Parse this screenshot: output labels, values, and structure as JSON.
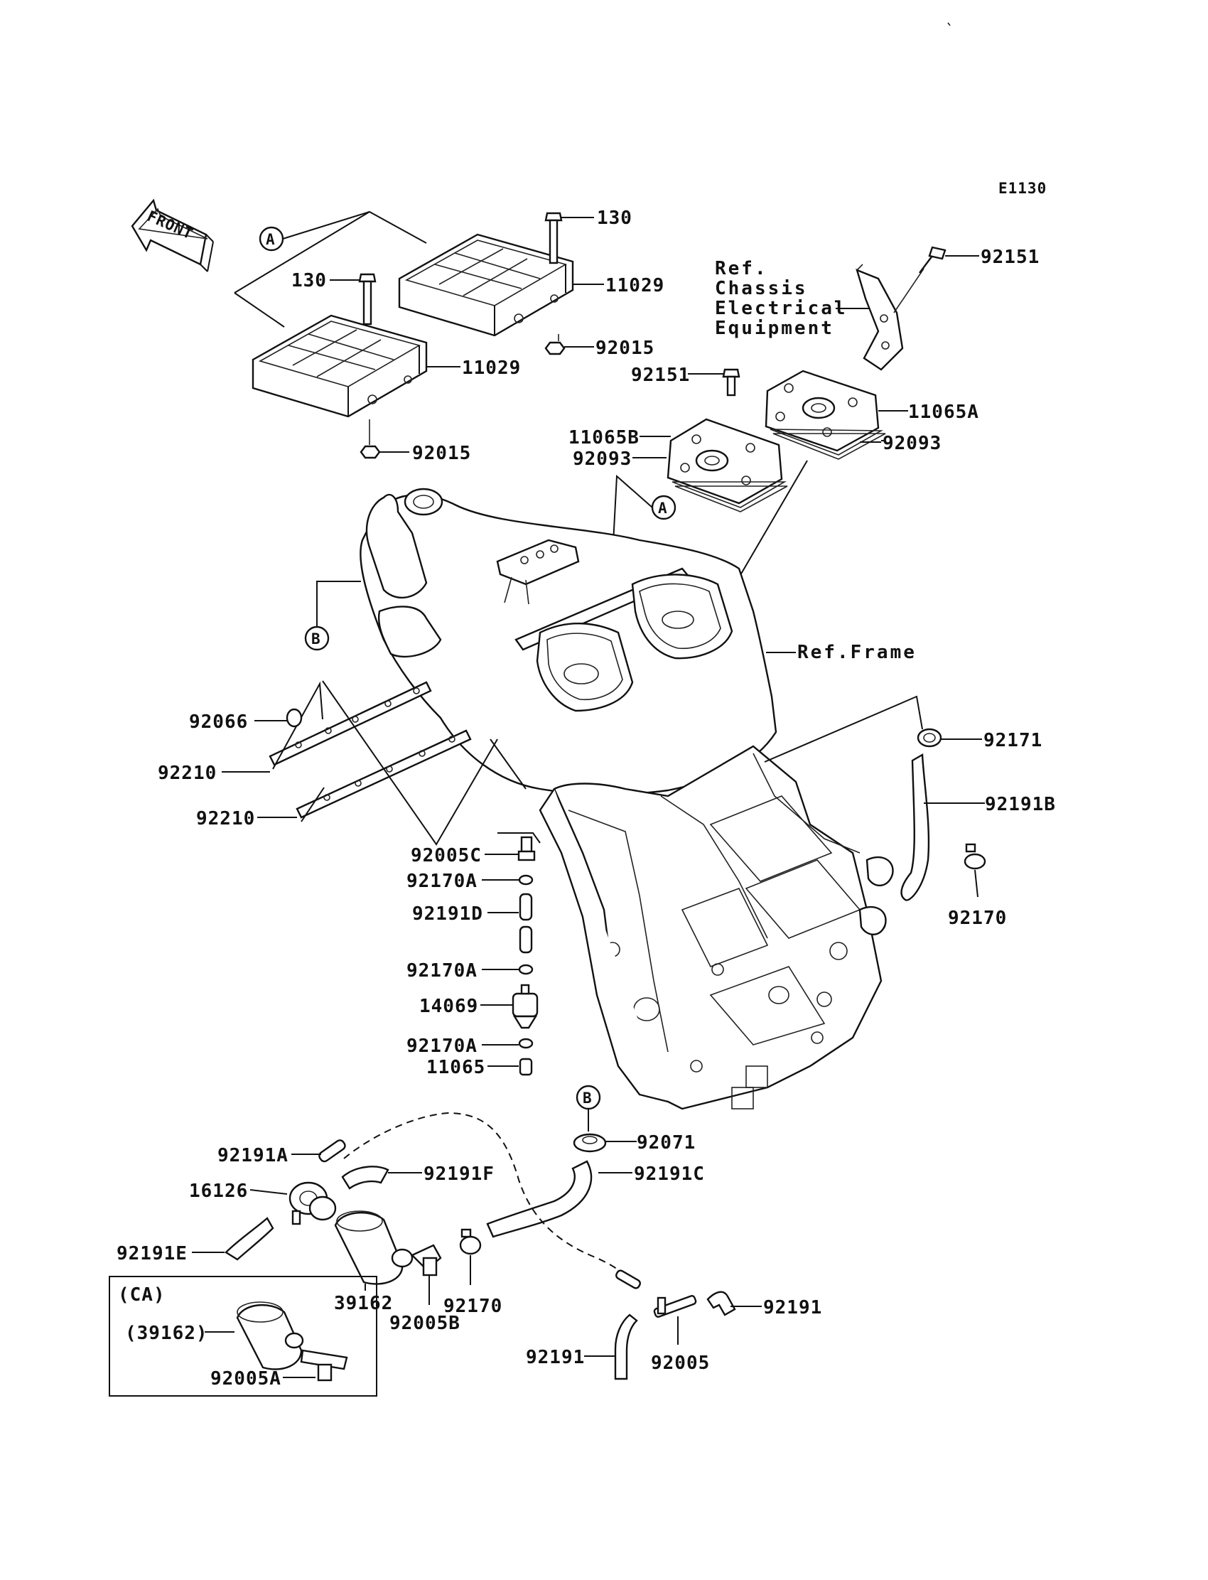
{
  "diagram": {
    "code": "E1130",
    "direction_arrow": {
      "text": "FRONT",
      "icon": "front-arrow-icon"
    },
    "references": [
      {
        "id": "ref-chassis",
        "lines": [
          "Ref.",
          "Chassis",
          "Electrical",
          "Equipment"
        ]
      },
      {
        "id": "ref-frame",
        "lines": [
          "Ref.Frame"
        ]
      }
    ],
    "markers": [
      "A",
      "A",
      "B",
      "B"
    ],
    "parts": [
      "130",
      "130",
      "11029",
      "11029",
      "92015",
      "92015",
      "92151",
      "92151",
      "11065A",
      "11065B",
      "92093",
      "92093",
      "92066",
      "92210",
      "92210",
      "92005C",
      "92170A",
      "92191D",
      "92170A",
      "14069",
      "92170A",
      "11065",
      "92171",
      "92191B",
      "92170",
      "92071",
      "92191C",
      "92191A",
      "16126",
      "92191F",
      "92191E",
      "39162",
      "92005B",
      "92170",
      "92191",
      "92191",
      "92005"
    ],
    "ca_box": {
      "title": "(CA)",
      "parts": [
        "(39162)",
        "92005A"
      ]
    }
  }
}
